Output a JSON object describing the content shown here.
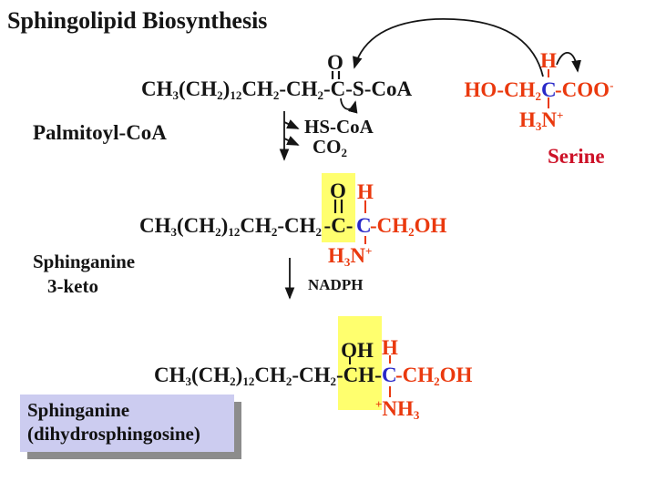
{
  "slide": {
    "title": "Sphingolipid Biosynthesis",
    "colors": {
      "formula_red": "#ea390e",
      "serine_red": "#cd1228",
      "carbon_blue": "#2929c8",
      "highlight_yellow": "#ffff6e",
      "product_box_lavender": "#ccccf0",
      "product_box_shadow": "#8c8c8c",
      "text_black": "#151515"
    },
    "labels": {
      "palmitoyl": "Palmitoyl-CoA",
      "hs_coa": "HS-CoA",
      "serine": "Serine",
      "intermediate_line1": "Sphinganine",
      "intermediate_line2": "3-keto",
      "nadph": "NADPH",
      "product_line1": "Sphinganine",
      "product_line2": "(dihydrosphingosine)",
      "atom_o_top": "O",
      "atom_o_mid": "O",
      "atom_h_serine": "H",
      "atom_h_mid": "H",
      "atom_h_bottom": "H",
      "group_oh_bottom": "OH"
    },
    "formulas": {
      "palmitoyl_left": [
        {
          "c": "k",
          "v": "CH"
        },
        {
          "c": "k",
          "v": "3",
          "p": "sub"
        },
        {
          "c": "k",
          "v": "(CH"
        },
        {
          "c": "k",
          "v": "2",
          "p": "sub"
        },
        {
          "c": "k",
          "v": ")"
        },
        {
          "c": "k",
          "v": "12",
          "p": "sub"
        },
        {
          "c": "k",
          "v": "CH"
        },
        {
          "c": "k",
          "v": "2",
          "p": "sub"
        },
        {
          "c": "k",
          "v": "-CH"
        },
        {
          "c": "k",
          "v": "2",
          "p": "sub"
        }
      ],
      "palmitoyl_right": [
        {
          "c": "k",
          "v": "-C-S-CoA"
        }
      ],
      "serine_left": [
        {
          "c": "r",
          "v": "HO-CH"
        },
        {
          "c": "r",
          "v": "2",
          "p": "sub"
        }
      ],
      "serine_c": [
        {
          "c": "b",
          "v": "C"
        }
      ],
      "serine_right": [
        {
          "c": "r",
          "v": "-COO"
        },
        {
          "c": "r",
          "v": "-",
          "p": "sup"
        }
      ],
      "serine_h3n": [
        {
          "c": "r",
          "v": "H"
        },
        {
          "c": "r",
          "v": "3",
          "p": "sub"
        },
        {
          "c": "r",
          "v": "N"
        },
        {
          "c": "r",
          "v": "+",
          "p": "sup"
        }
      ],
      "keto_left": [
        {
          "c": "k",
          "v": "CH"
        },
        {
          "c": "k",
          "v": "3",
          "p": "sub"
        },
        {
          "c": "k",
          "v": "(CH"
        },
        {
          "c": "k",
          "v": "2",
          "p": "sub"
        },
        {
          "c": "k",
          "v": ")"
        },
        {
          "c": "k",
          "v": "12",
          "p": "sub"
        },
        {
          "c": "k",
          "v": "CH"
        },
        {
          "c": "k",
          "v": "2",
          "p": "sub"
        },
        {
          "c": "k",
          "v": "-CH"
        },
        {
          "c": "k",
          "v": "2",
          "p": "sub"
        }
      ],
      "keto_carbonyl": [
        {
          "c": "k",
          "v": "-C-"
        }
      ],
      "keto_c": [
        {
          "c": "b",
          "v": "C"
        }
      ],
      "keto_right": [
        {
          "c": "r",
          "v": "-CH"
        },
        {
          "c": "r",
          "v": "2",
          "p": "sub"
        },
        {
          "c": "r",
          "v": "OH"
        }
      ],
      "keto_h3n": [
        {
          "c": "r",
          "v": "H"
        },
        {
          "c": "r",
          "v": "3",
          "p": "sub"
        },
        {
          "c": "r",
          "v": "N"
        },
        {
          "c": "r",
          "v": "+",
          "p": "sup"
        }
      ],
      "dihydro_left": [
        {
          "c": "k",
          "v": "CH"
        },
        {
          "c": "k",
          "v": "3",
          "p": "sub"
        },
        {
          "c": "k",
          "v": "(CH"
        },
        {
          "c": "k",
          "v": "2",
          "p": "sub"
        },
        {
          "c": "k",
          "v": ")"
        },
        {
          "c": "k",
          "v": "12",
          "p": "sub"
        },
        {
          "c": "k",
          "v": "CH"
        },
        {
          "c": "k",
          "v": "2",
          "p": "sub"
        },
        {
          "c": "k",
          "v": "-CH"
        },
        {
          "c": "k",
          "v": "2",
          "p": "sub"
        }
      ],
      "dihydro_ch": [
        {
          "c": "k",
          "v": "-CH-"
        }
      ],
      "dihydro_c": [
        {
          "c": "b",
          "v": "C"
        }
      ],
      "dihydro_right": [
        {
          "c": "r",
          "v": "-CH"
        },
        {
          "c": "r",
          "v": "2",
          "p": "sub"
        },
        {
          "c": "r",
          "v": "OH"
        }
      ],
      "dihydro_nh3": [
        {
          "c": "r",
          "v": "+",
          "p": "sup"
        },
        {
          "c": "r",
          "v": "NH"
        },
        {
          "c": "r",
          "v": "3",
          "p": "sub"
        }
      ],
      "co2": [
        {
          "c": "k",
          "v": "CO"
        },
        {
          "c": "k",
          "v": "2",
          "p": "sub"
        }
      ]
    }
  }
}
